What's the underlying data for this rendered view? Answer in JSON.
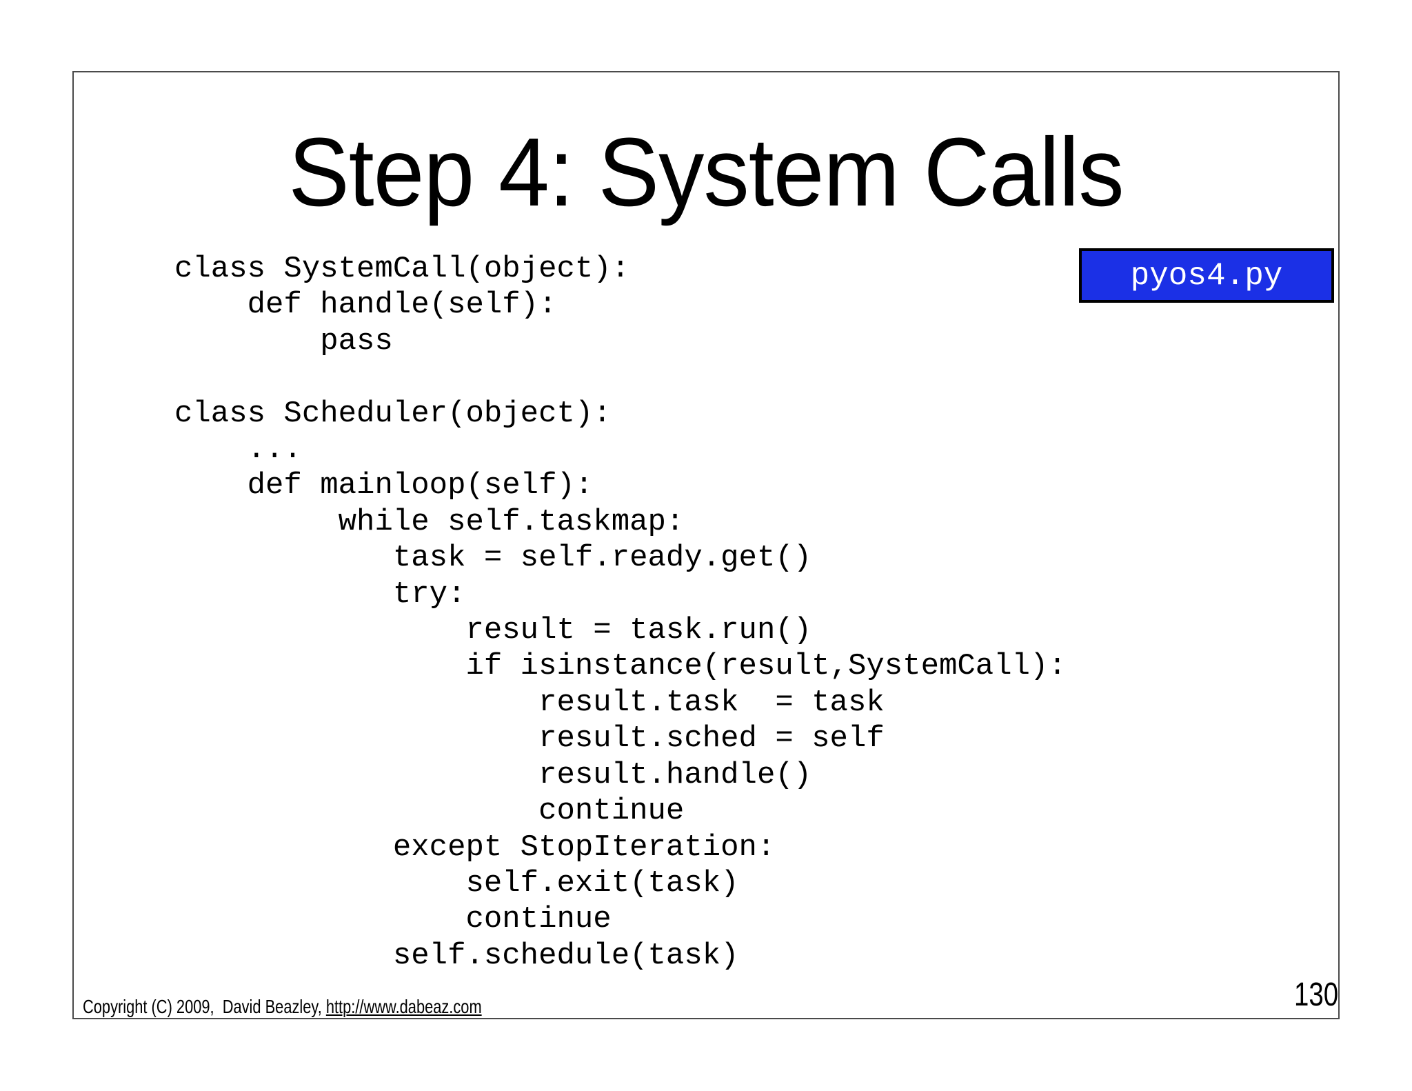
{
  "slide": {
    "title": "Step 4: System Calls",
    "badge": {
      "label": "pyos4.py",
      "bg_color": "#1b30e6",
      "text_color": "#ffffff",
      "border_color": "#000000"
    },
    "code_lines": [
      "class SystemCall(object):",
      "    def handle(self):",
      "        pass",
      "",
      "class Scheduler(object):",
      "    ...",
      "    def mainloop(self):",
      "         while self.taskmap:",
      "            task = self.ready.get()",
      "            try:",
      "                result = task.run()",
      "                if isinstance(result,SystemCall):",
      "                    result.task  = task",
      "                    result.sched = self",
      "                    result.handle()",
      "                    continue",
      "            except StopIteration:",
      "                self.exit(task)",
      "                continue",
      "            self.schedule(task)"
    ],
    "footer": {
      "copyright": "Copyright (C) 2009,  David Beazley, ",
      "link": "http://www.dabeaz.com"
    },
    "page_number": "130"
  }
}
